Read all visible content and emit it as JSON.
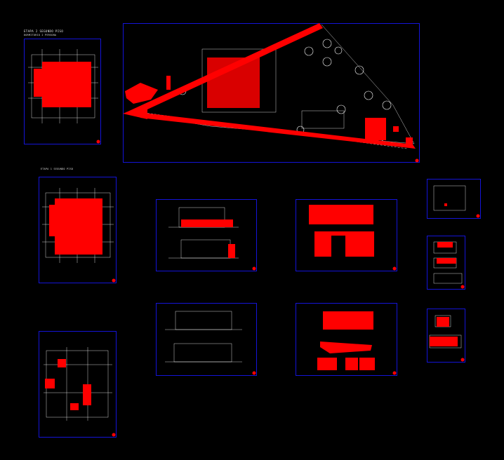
{
  "drawing": {
    "background": "#000000",
    "viewport_border_color": "#1414d8",
    "accent_color": "#ff0000",
    "line_color": "#ffffff",
    "labels": {
      "second_floor_title": "ETAPA 2 SEGUNDO PISO",
      "second_floor_subtitle": "DORMITORIO 2 PERSONA",
      "first_floor_title": "ETAPA 1 SEGUNDO PISO"
    },
    "sheets": [
      "plan-second-floor",
      "site-plan",
      "plan-first-floor",
      "plan-ground-detail",
      "elevations-a",
      "elevations-b",
      "elevations-c",
      "sections-d",
      "detail-small-1",
      "detail-small-2",
      "detail-small-3"
    ]
  }
}
